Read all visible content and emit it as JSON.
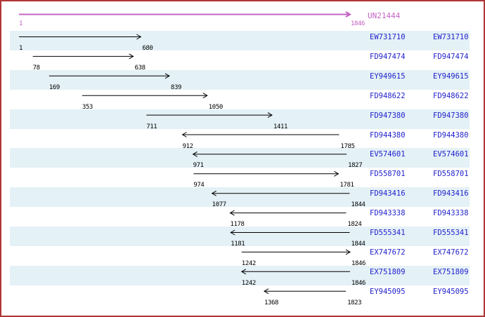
{
  "colors": {
    "frame": "#B23434",
    "background": "#FFFFFF",
    "stripe": "#E4F1F6",
    "reference": "#C464C4",
    "sequence_arrow": "#000000",
    "accession_link": "#1F1FCC"
  },
  "chart_data": {
    "type": "table",
    "title": "UN21444",
    "axis_range": [
      1,
      1846
    ],
    "reference": {
      "id": "UN21444",
      "start": 1,
      "end": 1846,
      "direction": "right"
    },
    "columns": [
      "accession",
      "start",
      "end",
      "direction"
    ],
    "rows": [
      {
        "accession": "EW731710",
        "start": 1,
        "end": 680,
        "direction": "right"
      },
      {
        "accession": "FD947474",
        "start": 78,
        "end": 638,
        "direction": "right"
      },
      {
        "accession": "EY949615",
        "start": 169,
        "end": 839,
        "direction": "right"
      },
      {
        "accession": "FD948622",
        "start": 353,
        "end": 1050,
        "direction": "right"
      },
      {
        "accession": "FD947380",
        "start": 711,
        "end": 1411,
        "direction": "right"
      },
      {
        "accession": "FD944380",
        "start": 912,
        "end": 1785,
        "direction": "left"
      },
      {
        "accession": "EV574601",
        "start": 971,
        "end": 1827,
        "direction": "left"
      },
      {
        "accession": "FD558701",
        "start": 974,
        "end": 1781,
        "direction": "right"
      },
      {
        "accession": "FD943416",
        "start": 1077,
        "end": 1844,
        "direction": "left"
      },
      {
        "accession": "FD943338",
        "start": 1178,
        "end": 1824,
        "direction": "left"
      },
      {
        "accession": "FD555341",
        "start": 1181,
        "end": 1844,
        "direction": "left"
      },
      {
        "accession": "EX747672",
        "start": 1242,
        "end": 1846,
        "direction": "right"
      },
      {
        "accession": "EX751809",
        "start": 1242,
        "end": 1846,
        "direction": "left"
      },
      {
        "accession": "EY945095",
        "start": 1368,
        "end": 1823,
        "direction": "left"
      }
    ]
  }
}
